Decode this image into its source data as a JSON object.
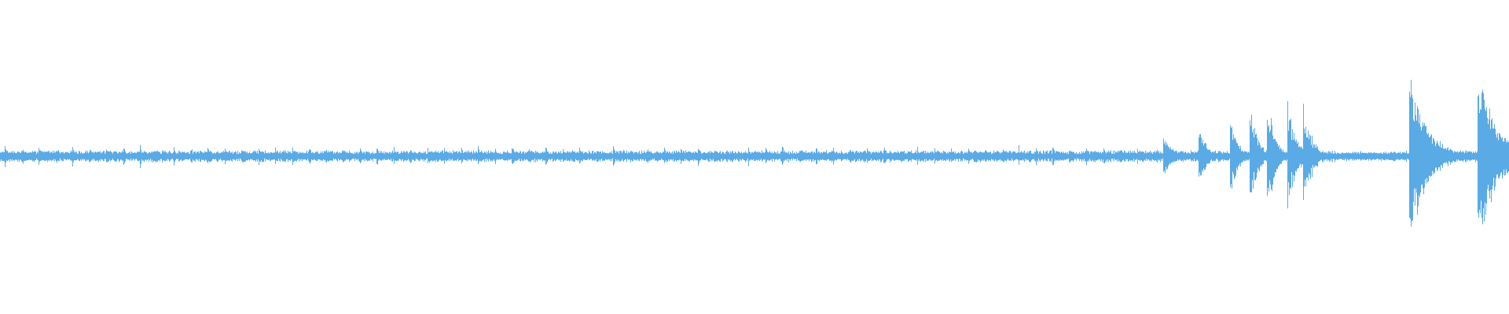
{
  "waveform": {
    "color": "#5aaae6",
    "background": "#ffffff",
    "envelope": {
      "base_amplitude": 0.035,
      "regular_transients": 0.06,
      "late_transients": [
        0.16,
        0.2,
        0.26,
        0.33,
        0.4
      ],
      "big_hits": [
        0.56,
        0.62
      ]
    }
  }
}
